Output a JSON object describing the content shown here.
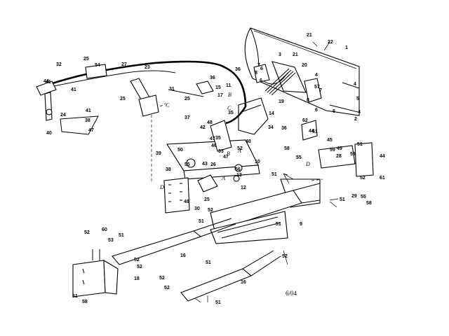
{
  "date_code": "6/04",
  "callouts": [
    {
      "id": "c1",
      "text": "1"
    },
    {
      "id": "c2",
      "text": "2"
    },
    {
      "id": "c3",
      "text": "3"
    },
    {
      "id": "c4a",
      "text": "4"
    },
    {
      "id": "c4b",
      "text": "4"
    },
    {
      "id": "c4c",
      "text": "4"
    },
    {
      "id": "c5",
      "text": "5"
    },
    {
      "id": "c6a",
      "text": "6"
    },
    {
      "id": "c6b",
      "text": "6"
    },
    {
      "id": "c6c",
      "text": "6"
    },
    {
      "id": "c6d",
      "text": "6"
    },
    {
      "id": "c7a",
      "text": "7"
    },
    {
      "id": "c7b",
      "text": "7"
    },
    {
      "id": "c8a",
      "text": "8"
    },
    {
      "id": "c8b",
      "text": "8"
    },
    {
      "id": "c9",
      "text": "9"
    },
    {
      "id": "c10",
      "text": "10"
    },
    {
      "id": "c11",
      "text": "11"
    },
    {
      "id": "c12",
      "text": "12"
    },
    {
      "id": "c13",
      "text": "13"
    },
    {
      "id": "c14",
      "text": "14"
    },
    {
      "id": "c15",
      "text": "15"
    },
    {
      "id": "c16a",
      "text": "16"
    },
    {
      "id": "c16b",
      "text": "16"
    },
    {
      "id": "c17",
      "text": "17"
    },
    {
      "id": "c18",
      "text": "18"
    },
    {
      "id": "c19",
      "text": "19"
    },
    {
      "id": "c20",
      "text": "20"
    },
    {
      "id": "c21a",
      "text": "21"
    },
    {
      "id": "c21b",
      "text": "21"
    },
    {
      "id": "c22",
      "text": "22"
    },
    {
      "id": "c23",
      "text": "23"
    },
    {
      "id": "c24",
      "text": "24"
    },
    {
      "id": "c25a",
      "text": "25"
    },
    {
      "id": "c25b",
      "text": "25"
    },
    {
      "id": "c25c",
      "text": "25"
    },
    {
      "id": "c25d",
      "text": "25"
    },
    {
      "id": "c26",
      "text": "26"
    },
    {
      "id": "c27",
      "text": "27"
    },
    {
      "id": "c28",
      "text": "28"
    },
    {
      "id": "c29",
      "text": "29"
    },
    {
      "id": "c30",
      "text": "30"
    },
    {
      "id": "c31",
      "text": "31"
    },
    {
      "id": "c32",
      "text": "32"
    },
    {
      "id": "c33",
      "text": "33"
    },
    {
      "id": "c34",
      "text": "34"
    },
    {
      "id": "c35a",
      "text": "35"
    },
    {
      "id": "c35b",
      "text": "35"
    },
    {
      "id": "c36a",
      "text": "36"
    },
    {
      "id": "c36b",
      "text": "36"
    },
    {
      "id": "c36c",
      "text": "36"
    },
    {
      "id": "c37",
      "text": "37"
    },
    {
      "id": "c38a",
      "text": "38"
    },
    {
      "id": "c38b",
      "text": "38"
    },
    {
      "id": "c39",
      "text": "39"
    },
    {
      "id": "c40",
      "text": "40"
    },
    {
      "id": "c41a",
      "text": "41"
    },
    {
      "id": "c41b",
      "text": "41"
    },
    {
      "id": "c41c",
      "text": "41"
    },
    {
      "id": "c42",
      "text": "42"
    },
    {
      "id": "c43",
      "text": "43"
    },
    {
      "id": "c44a",
      "text": "44"
    },
    {
      "id": "c44b",
      "text": "44"
    },
    {
      "id": "c44c",
      "text": "44"
    },
    {
      "id": "c45",
      "text": "45"
    },
    {
      "id": "c46",
      "text": "46"
    },
    {
      "id": "c47a",
      "text": "47"
    },
    {
      "id": "c47b",
      "text": "47"
    },
    {
      "id": "c47c",
      "text": "47"
    },
    {
      "id": "c48a",
      "text": "48"
    },
    {
      "id": "c48b",
      "text": "48"
    },
    {
      "id": "c48c",
      "text": "48"
    },
    {
      "id": "c49",
      "text": "49"
    },
    {
      "id": "c50",
      "text": "50"
    },
    {
      "id": "c51a",
      "text": "51"
    },
    {
      "id": "c51b",
      "text": "51"
    },
    {
      "id": "c51c",
      "text": "51"
    },
    {
      "id": "c51d",
      "text": "51"
    },
    {
      "id": "c51e",
      "text": "51"
    },
    {
      "id": "c51f",
      "text": "51"
    },
    {
      "id": "c51g",
      "text": "51"
    },
    {
      "id": "c51h",
      "text": "51"
    },
    {
      "id": "c51i",
      "text": "51"
    },
    {
      "id": "c52a",
      "text": "52"
    },
    {
      "id": "c52b",
      "text": "52"
    },
    {
      "id": "c52c",
      "text": "52"
    },
    {
      "id": "c52d",
      "text": "52"
    },
    {
      "id": "c52e",
      "text": "52"
    },
    {
      "id": "c52f",
      "text": "52"
    },
    {
      "id": "c52g",
      "text": "52"
    },
    {
      "id": "c52h",
      "text": "52"
    },
    {
      "id": "c52i",
      "text": "52"
    },
    {
      "id": "c53",
      "text": "53"
    },
    {
      "id": "c54",
      "text": "54"
    },
    {
      "id": "c55a",
      "text": "55"
    },
    {
      "id": "c55b",
      "text": "55"
    },
    {
      "id": "c55c",
      "text": "55"
    },
    {
      "id": "c56",
      "text": "56"
    },
    {
      "id": "c57",
      "text": "57"
    },
    {
      "id": "c58a",
      "text": "58"
    },
    {
      "id": "c58b",
      "text": "58"
    },
    {
      "id": "c58c",
      "text": "58"
    },
    {
      "id": "c59a",
      "text": "59"
    },
    {
      "id": "c59b",
      "text": "59"
    },
    {
      "id": "c60",
      "text": "60"
    },
    {
      "id": "c61a",
      "text": "61"
    },
    {
      "id": "c61b",
      "text": "61"
    },
    {
      "id": "c62",
      "text": "62"
    }
  ],
  "reference_letters": [
    {
      "id": "lA1",
      "text": "A"
    },
    {
      "id": "lA2",
      "text": "A"
    },
    {
      "id": "lB1",
      "text": "B"
    },
    {
      "id": "lB2",
      "text": "B"
    },
    {
      "id": "lC1",
      "text": "C"
    },
    {
      "id": "lC2",
      "text": "C"
    },
    {
      "id": "lD1",
      "text": "D"
    },
    {
      "id": "lD2",
      "text": "D"
    }
  ]
}
